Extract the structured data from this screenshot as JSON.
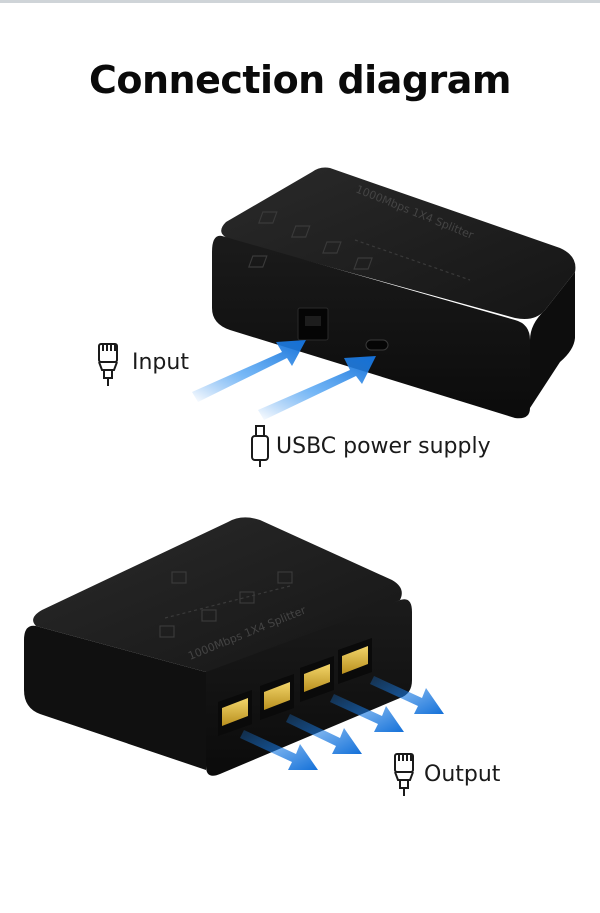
{
  "title": "Connection diagram",
  "device_top": {
    "print_line1": "1000Mbps 1X4 Splitter"
  },
  "device_bottom": {
    "print_line1": "1000Mbps 1X4 Splitter"
  },
  "labels": {
    "input": "Input",
    "usbc_power": "USBC power supply",
    "output": "Output"
  },
  "icons": {
    "input": "ethernet-plug-icon",
    "usbc": "usb-c-plug-icon",
    "output": "ethernet-plug-icon"
  },
  "colors": {
    "device_body": "#141414",
    "arrow_blue": "#1a7fe8",
    "port_gold": "#d8b43c"
  }
}
